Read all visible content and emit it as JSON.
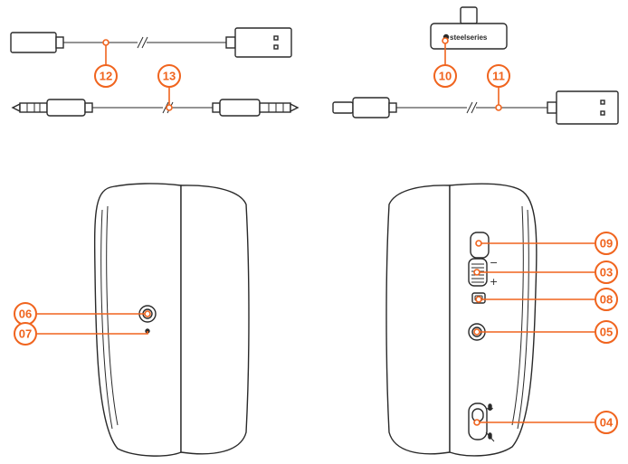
{
  "colors": {
    "accent": "#f0641e",
    "ink": "#2a2a2a",
    "background": "#ffffff"
  },
  "dongle_brand": "steelseries",
  "slider_symbols": {
    "minus": "−",
    "plus": "+"
  },
  "callouts": {
    "c03": "03",
    "c04": "04",
    "c05": "05",
    "c06": "06",
    "c07": "07",
    "c08": "08",
    "c09": "09",
    "c10": "10",
    "c11": "11",
    "c12": "12",
    "c13": "13"
  }
}
